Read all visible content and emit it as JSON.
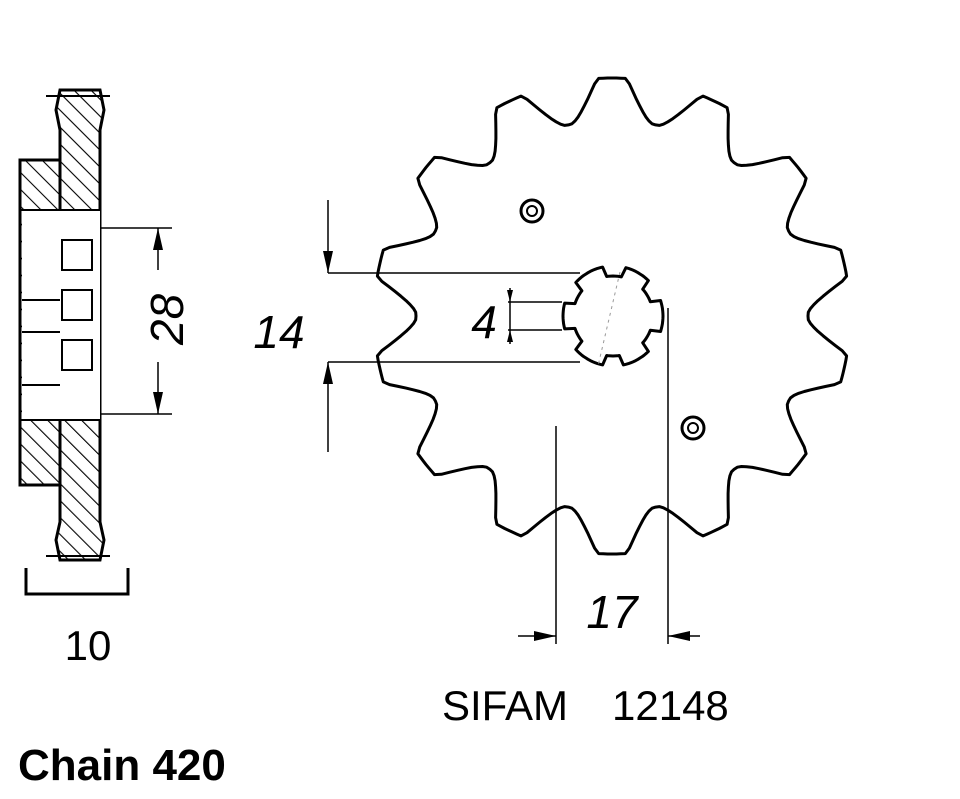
{
  "diagram": {
    "side_view": {
      "dim_height": "28",
      "dim_width": "10"
    },
    "front_view": {
      "dim_bore": "14",
      "dim_key": "4",
      "dim_offset": "17"
    },
    "brand": "SIFAM",
    "part_number": "12148",
    "chain_label": "Chain 420"
  }
}
